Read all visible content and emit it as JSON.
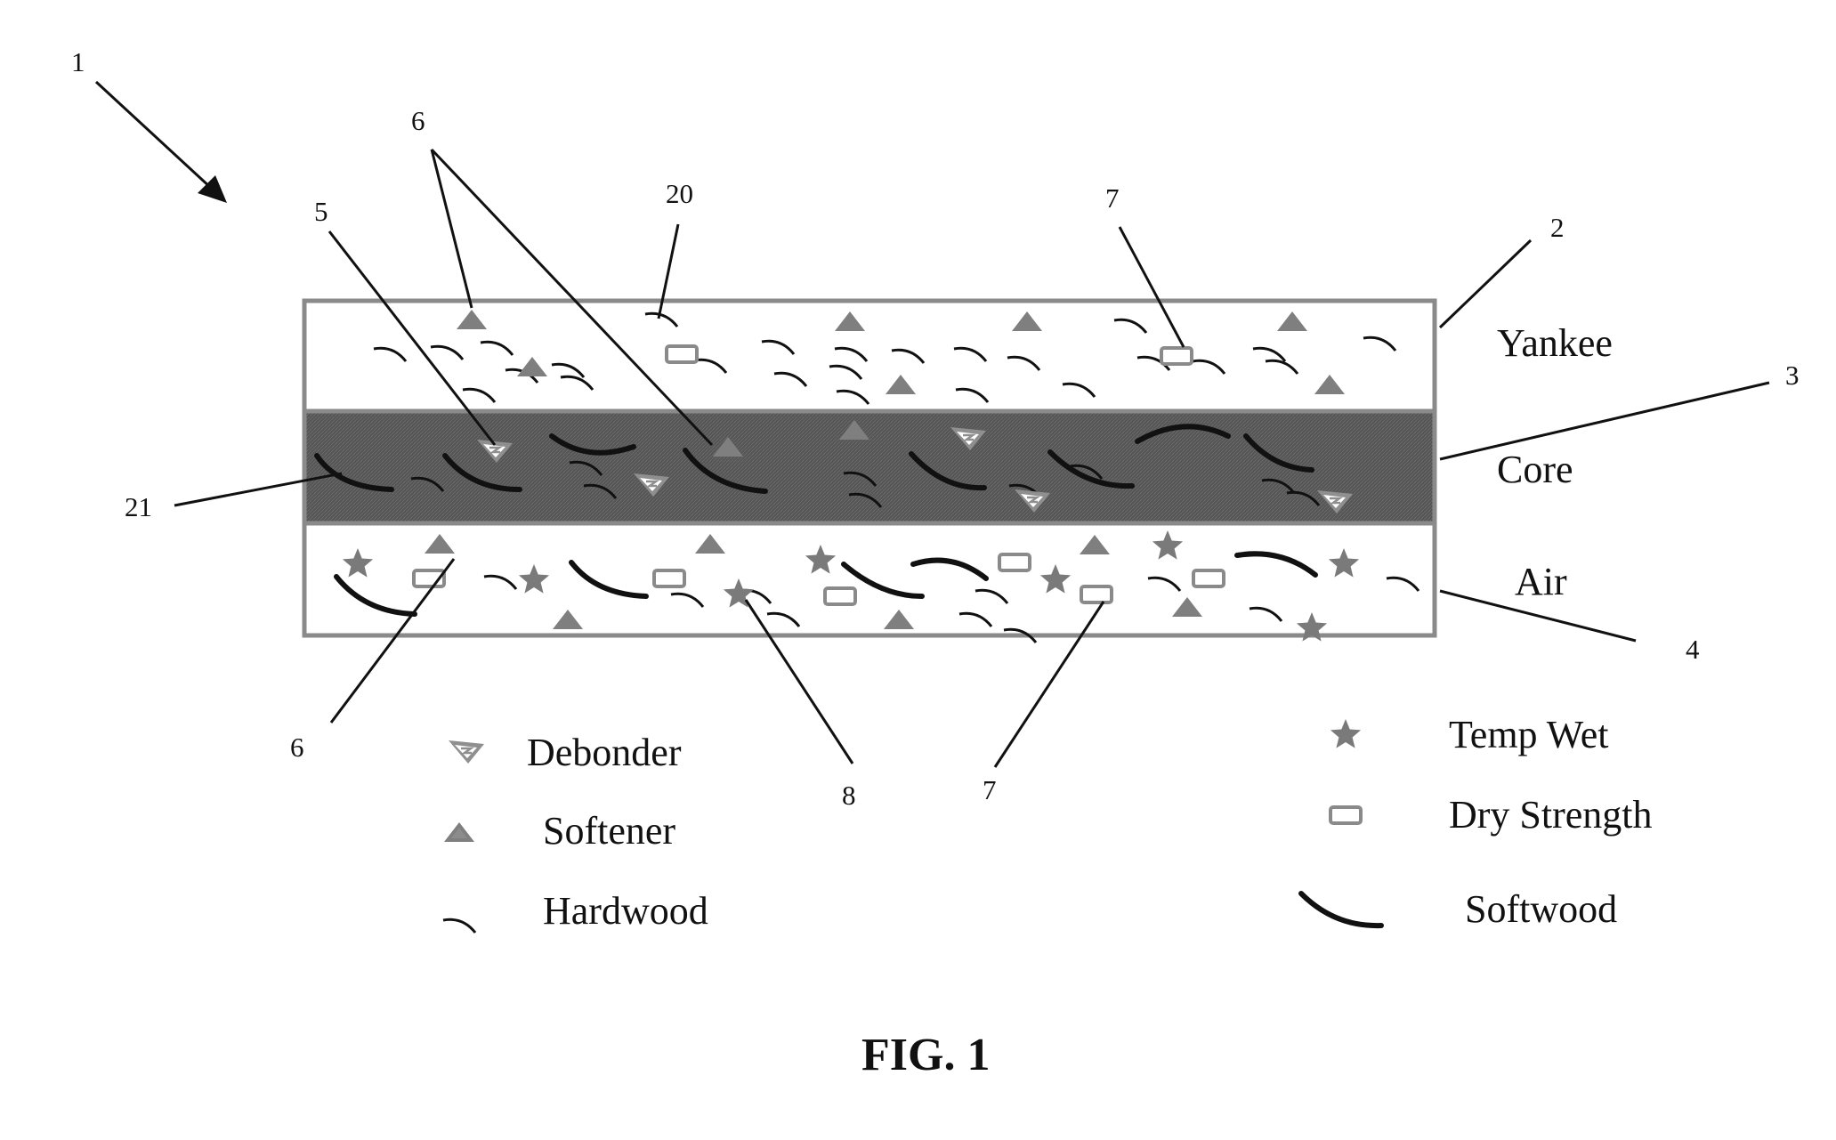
{
  "figure": {
    "caption": "FIG. 1"
  },
  "layers": {
    "yankee": {
      "label": "Yankee",
      "ref": "2"
    },
    "core": {
      "label": "Core",
      "ref": "3"
    },
    "air": {
      "label": "Air",
      "ref": "4"
    }
  },
  "refs": {
    "overall": "1",
    "debonder": "5",
    "softener_top": "6",
    "softener_bottom": "6",
    "dry_strength_top": "7",
    "dry_strength_bottom": "7",
    "temp_wet": "8",
    "hardwood": "20",
    "softwood": "21"
  },
  "legend": {
    "debonder": "Debonder",
    "softener": "Softener",
    "hardwood": "Hardwood",
    "temp_wet": "Temp Wet",
    "dry_strength": "Dry Strength",
    "softwood": "Softwood"
  },
  "colors": {
    "layer_border": "#8a8a8a",
    "core_fill": "#555555",
    "softener": "#7f7f7f",
    "star": "#7a7a7a",
    "fiber": "#111111",
    "dry_strength": "#8a8a8a"
  }
}
